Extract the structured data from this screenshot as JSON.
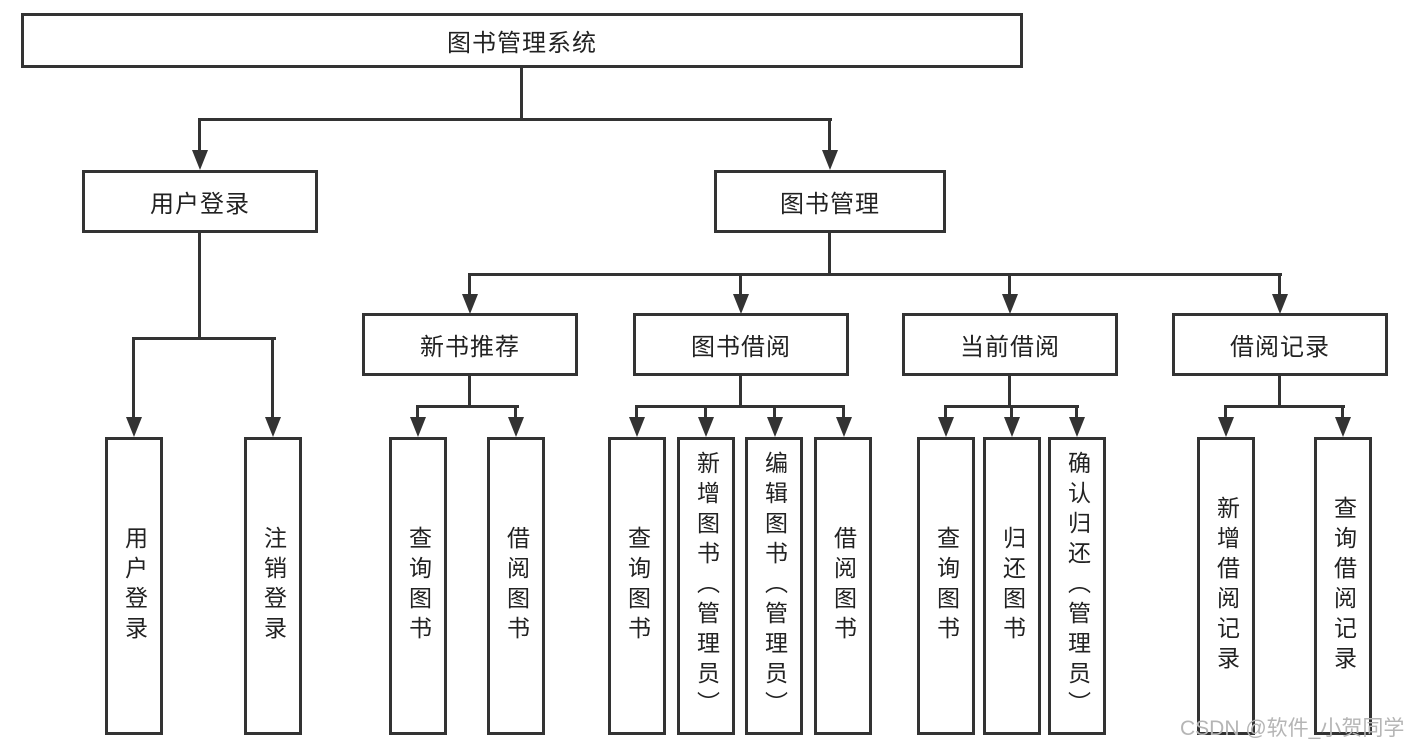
{
  "nodes": {
    "root": "图书管理系统",
    "level2": [
      {
        "label": "用户登录",
        "leaves": [
          "用户登录",
          "注销登录"
        ]
      },
      {
        "label": "图书管理"
      }
    ],
    "level3": [
      {
        "label": "新书推荐",
        "leaves": [
          "查询图书",
          "借阅图书"
        ]
      },
      {
        "label": "图书借阅",
        "leaves": [
          "查询图书",
          "新增图书（管理员）",
          "编辑图书（管理员）",
          "借阅图书"
        ]
      },
      {
        "label": "当前借阅",
        "leaves": [
          "查询图书",
          "归还图书",
          "确认归还（管理员）"
        ]
      },
      {
        "label": "借阅记录",
        "leaves": [
          "新增借阅记录",
          "查询借阅记录"
        ]
      }
    ]
  },
  "watermark": {
    "text": "CSDN @软件_小贺同学"
  },
  "colors": {
    "line": "#333333",
    "text": "#222222",
    "watermark": "#b5b5b5",
    "background": "#ffffff"
  }
}
